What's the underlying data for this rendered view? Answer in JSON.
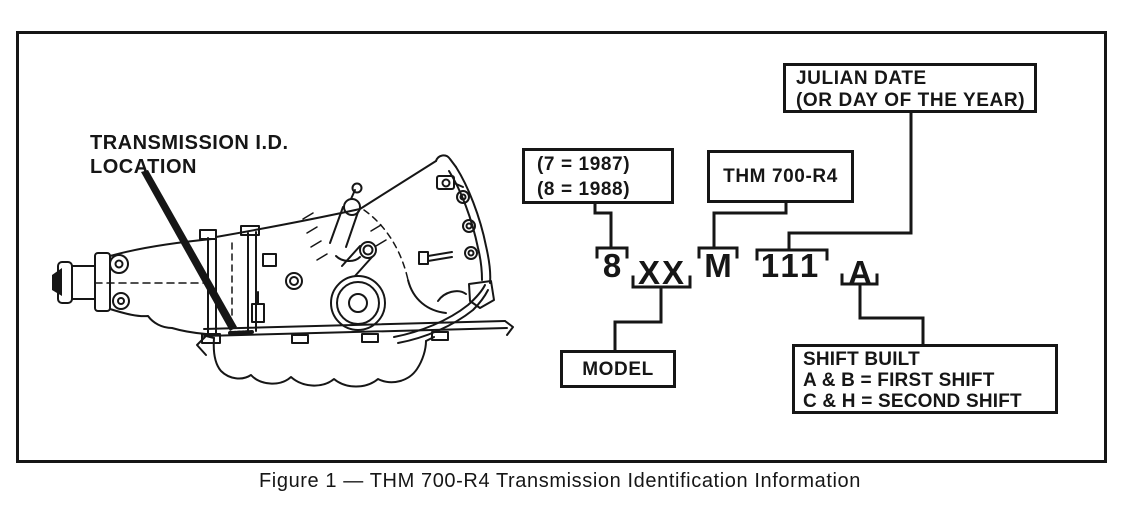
{
  "colors": {
    "ink": "#161616",
    "paper": "#ffffff"
  },
  "caption": "Figure 1 — THM 700-R4 Transmission Identification Information",
  "location_label": {
    "line1": "TRANSMISSION I.D.",
    "line2": "LOCATION"
  },
  "code": {
    "year": "8",
    "model": "XX",
    "plant": "M",
    "julian": "111",
    "shift": "A"
  },
  "boxes": {
    "year": {
      "line1": "(7 = 1987)",
      "line2": "(8 = 1988)"
    },
    "type": {
      "label": "THM 700-R4"
    },
    "julian": {
      "line1": "JULIAN DATE",
      "line2": "(OR DAY OF THE YEAR)"
    },
    "model": {
      "label": "MODEL"
    },
    "shift": {
      "line1": "SHIFT BUILT",
      "line2": "A & B = FIRST SHIFT",
      "line3": "C & H = SECOND SHIFT"
    }
  }
}
